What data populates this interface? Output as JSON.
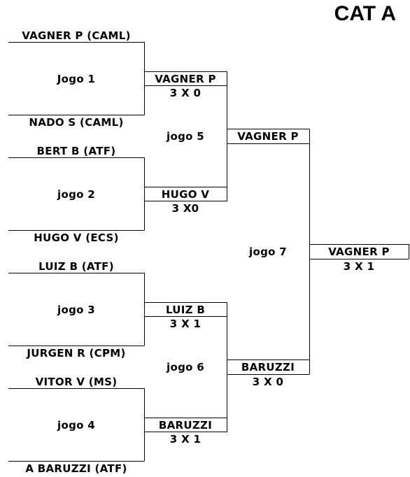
{
  "title": "CAT A",
  "round1": {
    "players": [
      "VAGNER P (CAML)",
      "NADO S (CAML)",
      "BERT B (ATF)",
      "HUGO V (ECS)",
      "LUIZ B (ATF)",
      "JURGEN R (CPM)",
      "VITOR V (MS)",
      "A BARUZZI (ATF)"
    ],
    "games": [
      "Jogo 1",
      "jogo 2",
      "jogo 3",
      "jogo 4"
    ]
  },
  "round2": {
    "winners": [
      {
        "name": "VAGNER P",
        "score": "3 X 0"
      },
      {
        "name": "HUGO V",
        "score": "3 X0"
      },
      {
        "name": "LUIZ B",
        "score": "3 X 1"
      },
      {
        "name": "BARUZZI",
        "score": "3 X 1"
      }
    ],
    "games": [
      "jogo 5",
      "jogo 6"
    ]
  },
  "round3": {
    "winners": [
      {
        "name": "VAGNER P",
        "score": ""
      },
      {
        "name": "BARUZZI",
        "score": "3 X 0"
      }
    ],
    "games": [
      "jogo 7"
    ]
  },
  "final": {
    "name": "VAGNER P",
    "score": "3 X 1"
  },
  "colors": {
    "line": "#000000",
    "text": "#000000",
    "background": "#ffffff"
  }
}
